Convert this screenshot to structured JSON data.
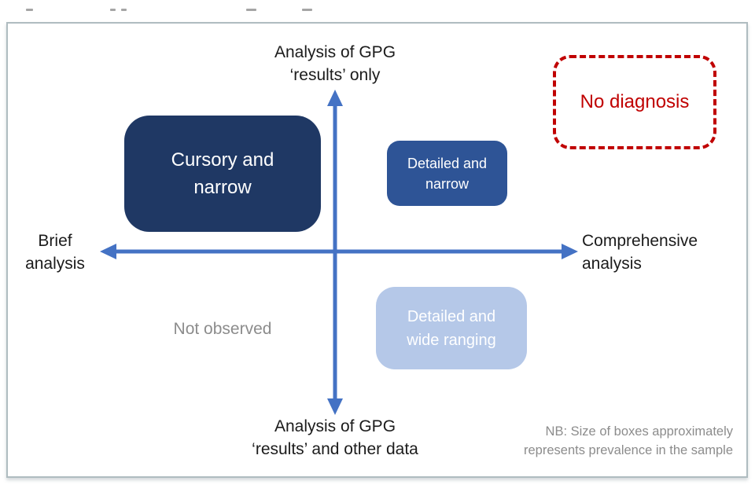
{
  "colors": {
    "axis_blue": "#4472C4",
    "dark_navy": "#1F3864",
    "medium_blue": "#2E5496",
    "light_blue": "#B5C8E8",
    "red": "#C00000",
    "gray_text": "#8C8C8C",
    "frame_border": "#AFBCC0"
  },
  "axis_labels": {
    "top_line1": "Analysis of GPG",
    "top_line2": "‘results’ only",
    "bottom_line1": "Analysis of GPG",
    "bottom_line2": "‘results’ and other data",
    "left_line1": "Brief",
    "left_line2": "analysis",
    "right_line1": "Comprehensive",
    "right_line2": "analysis"
  },
  "boxes": {
    "cursory": {
      "line1": "Cursory and",
      "line2": "narrow"
    },
    "detailed_narrow": {
      "line1": "Detailed and",
      "line2": "narrow"
    },
    "detailed_wide": {
      "line1": "Detailed and",
      "line2": "wide ranging"
    },
    "no_diagnosis": {
      "label": "No diagnosis"
    }
  },
  "quadrant_note": "Not observed",
  "footnote": {
    "line1": "NB: Size of boxes approximately",
    "line2": "represents prevalence in the sample"
  }
}
